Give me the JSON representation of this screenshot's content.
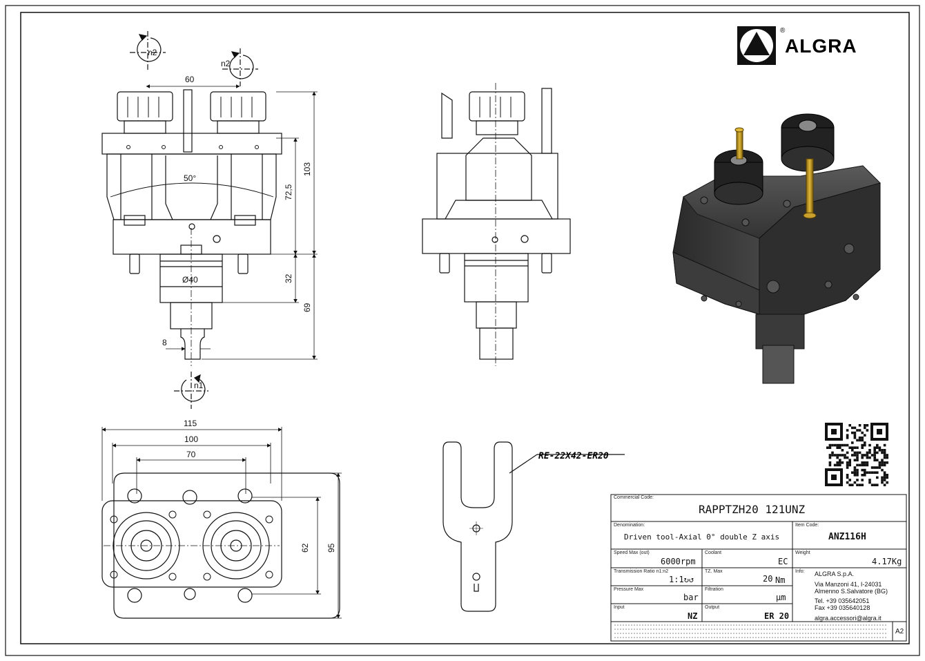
{
  "brand": {
    "name": "ALGRA",
    "registered": "®"
  },
  "views": {
    "rotation_out": "n2",
    "rotation_in": "n1",
    "angle": "50°",
    "dims": {
      "spindle_spacing": "60",
      "height_total": "103",
      "height_body": "72,5",
      "shank_length": "32",
      "shank_total": "69",
      "shank_diameter": "Ø40",
      "key_width": "8",
      "width_outer": "115",
      "width_mid": "100",
      "hole_spacing": "70",
      "depth_inner": "62",
      "depth_outer": "95"
    },
    "wrench_code": "RE-22X42-ER20"
  },
  "title_block": {
    "commercial_code_label": "Commercial Code:",
    "commercial_code": "RAPPTZH20 121UNZ",
    "denomination_label": "Denomination:",
    "denomination": "Driven tool-Axial 0° double Z axis",
    "item_code_label": "Item Code:",
    "item_code": "ANZ116H",
    "speed_label": "Speed Max (out)",
    "speed": "6000rpm",
    "coolant_label": "Coolant",
    "coolant": "EC",
    "weight_label": "Weight",
    "weight": "4.17Kg",
    "ratio_label": "Transmission Ratio n1:n2",
    "ratio": "1:1↻↺",
    "torque_label": "TZ. Max",
    "torque": "20",
    "torque_unit": "Nm",
    "info_label": "Info:",
    "company": "ALGRA S.p.A.",
    "address1": "Via Manzoni 41, I-24031",
    "address2": "Almenno S.Salvatore (BG)",
    "tel": "Tel. +39 035642051",
    "fax": "Fax +39 035640128",
    "email": "algra.accessori@algra.it",
    "pressure_label": "Pressure Max",
    "pressure_unit": "bar",
    "filtration_label": "Filtration",
    "filtration_unit": "μm",
    "input_label": "Input",
    "input": "NZ",
    "output_label": "Output",
    "output": "ER 20",
    "sheet_size": "A2"
  }
}
